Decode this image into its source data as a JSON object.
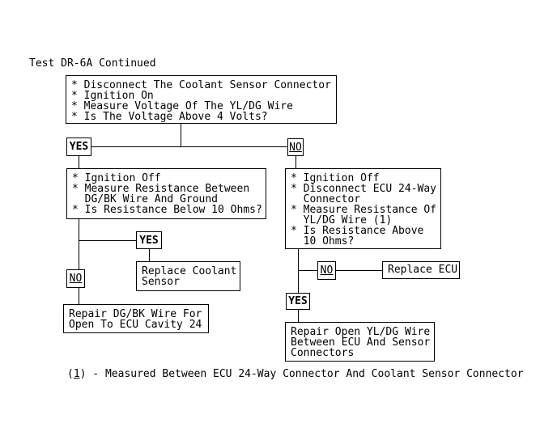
{
  "title": "Test DR-6A Continued",
  "labels": {
    "yes": "YES",
    "no": "NO"
  },
  "boxes": {
    "question_top": "* Disconnect The Coolant Sensor Connector\n* Ignition On\n* Measure Voltage Of The YL/DG Wire\n* Is The Voltage Above 4 Volts?",
    "question_left": "* Ignition Off\n* Measure Resistance Between\n  DG/BK Wire And Ground\n* Is Resistance Below 10 Ohms?",
    "question_right": "* Ignition Off\n* Disconnect ECU 24-Way\n  Connector\n* Measure Resistance Of\n  YL/DG Wire (1)\n* Is Resistance Above\n  10 Ohms?",
    "action_replace_coolant_sensor": "Replace Coolant\nSensor",
    "action_repair_dgbk_wire": "Repair DG/BK Wire For\nOpen To ECU Cavity 24",
    "action_replace_ecu": "Replace ECU",
    "action_repair_yldg_wire": "Repair Open YL/DG Wire\nBetween ECU And Sensor\nConnectors"
  },
  "footnote": {
    "open": "(",
    "ref": "1",
    "rest": ") - Measured Between ECU 24-Way Connector And Coolant Sensor Connector"
  },
  "colors": {
    "ink": "#000000",
    "background": "#ffffff"
  }
}
